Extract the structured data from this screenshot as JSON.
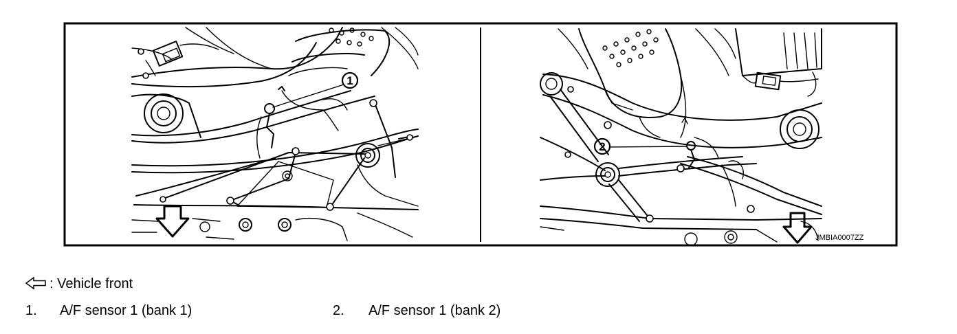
{
  "diagram": {
    "callouts": [
      "1",
      "2"
    ],
    "code": "JMBIA0007ZZ"
  },
  "legend": {
    "front_symbol": "arrow-left-outline-icon",
    "front_text": ": Vehicle front",
    "items": [
      {
        "number": "1.",
        "label": "A/F sensor 1 (bank 1)"
      },
      {
        "number": "2.",
        "label": "A/F sensor 1 (bank 2)"
      }
    ]
  }
}
